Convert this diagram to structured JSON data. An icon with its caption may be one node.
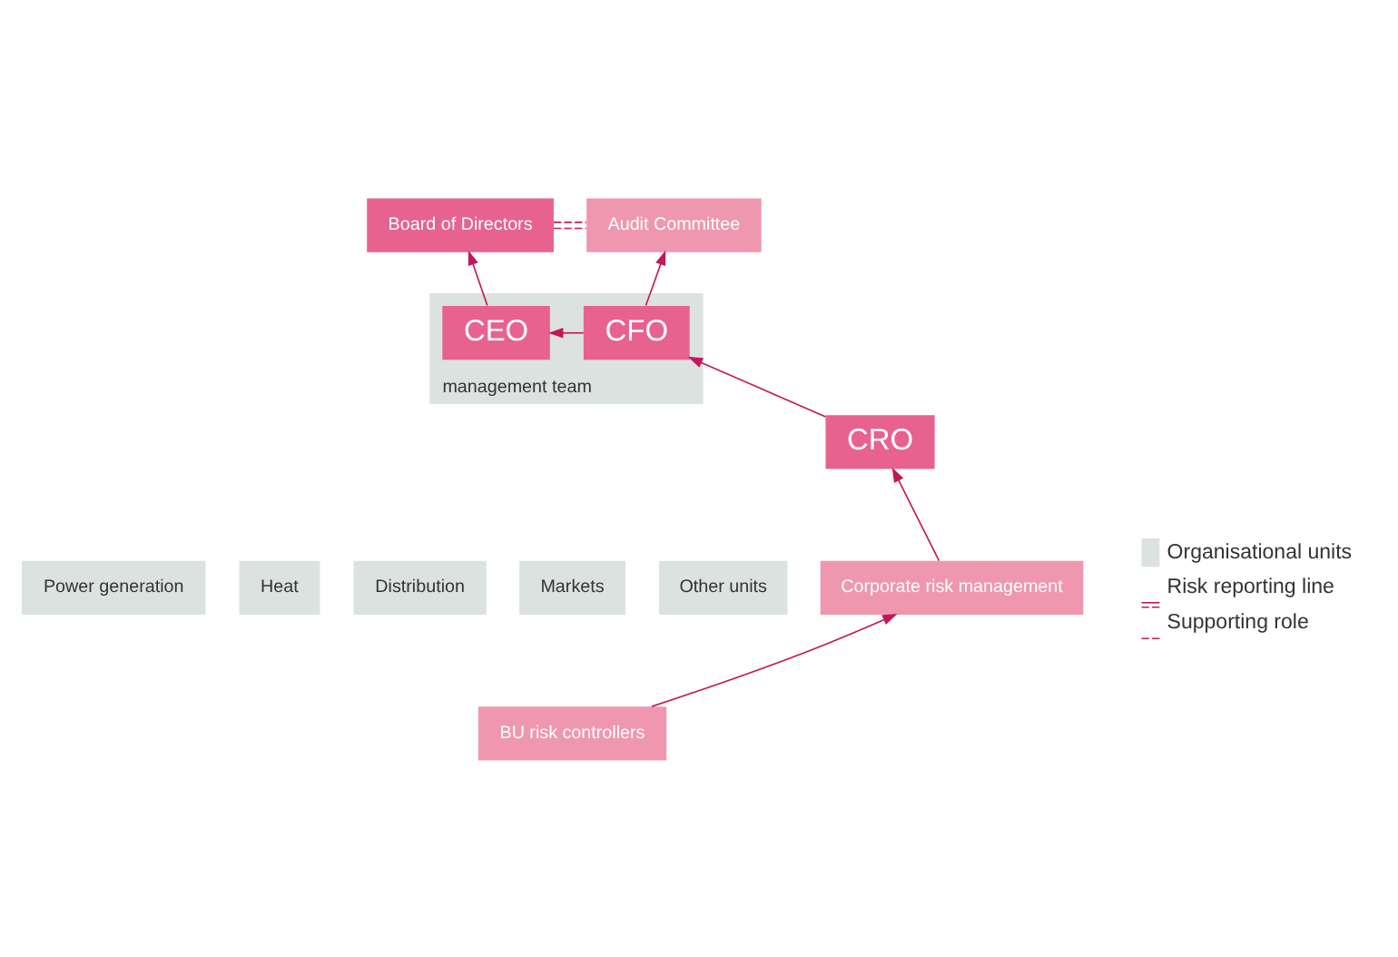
{
  "diagram": {
    "nodes": [
      {
        "text": [
          "Board of Directors"
        ]
      },
      {
        "text": [
          "Audit Committee"
        ]
      },
      {
        "text": [
          "management team"
        ]
      },
      {
        "text": [
          "CEO"
        ],
        "in": 2
      },
      {
        "text": [
          "CFO"
        ],
        "in": 2
      },
      {
        "text": [
          "CRO"
        ]
      },
      {
        "text": [
          "Corporate risk management"
        ]
      },
      {
        "text": [
          "Power generation"
        ]
      },
      {
        "text": [
          "Heat"
        ]
      },
      {
        "text": [
          "Distribution"
        ]
      },
      {
        "text": [
          "Markets"
        ]
      },
      {
        "text": [
          "Other units"
        ]
      },
      {
        "text": [
          "BU risk controllers"
        ]
      }
    ],
    "edges": [
      {
        "from": 0,
        "to": 1,
        "arrow": "none",
        "style": "dashed"
      },
      {
        "from": 3,
        "to": 0,
        "arrow": "to"
      },
      {
        "from": 4,
        "to": 1,
        "arrow": "to"
      },
      {
        "from": 4,
        "to": 3,
        "arrow": "to"
      },
      {
        "from": 5,
        "to": 4,
        "arrow": "to"
      },
      {
        "from": 6,
        "to": 5,
        "arrow": "to"
      },
      {
        "from": 12,
        "to": 6,
        "arrow": "to"
      }
    ],
    "legend": [
      {
        "text": "Organisational units",
        "color": "#dce2df"
      },
      {
        "text": "Risk reporting line"
      },
      {
        "text": "Supporting role"
      }
    ]
  }
}
